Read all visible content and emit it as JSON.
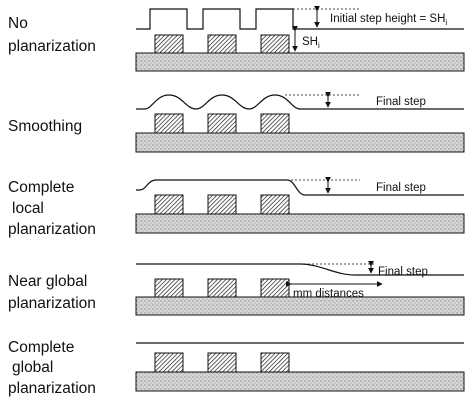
{
  "stages": [
    {
      "label_lines": [
        "No",
        "planarization"
      ],
      "annotations": [
        "Initial step height = SH",
        "SH"
      ],
      "subscript": "i"
    },
    {
      "label_lines": [
        "Smoothing"
      ],
      "annotations": [
        "Final step"
      ]
    },
    {
      "label_lines": [
        "Complete",
        "local",
        "planarization"
      ],
      "annotations": [
        "Final step"
      ]
    },
    {
      "label_lines": [
        "Near global",
        "planarization"
      ],
      "annotations": [
        "Final step",
        "mm distances"
      ]
    },
    {
      "label_lines": [
        "Complete",
        "global",
        "planarization"
      ],
      "annotations": []
    }
  ]
}
